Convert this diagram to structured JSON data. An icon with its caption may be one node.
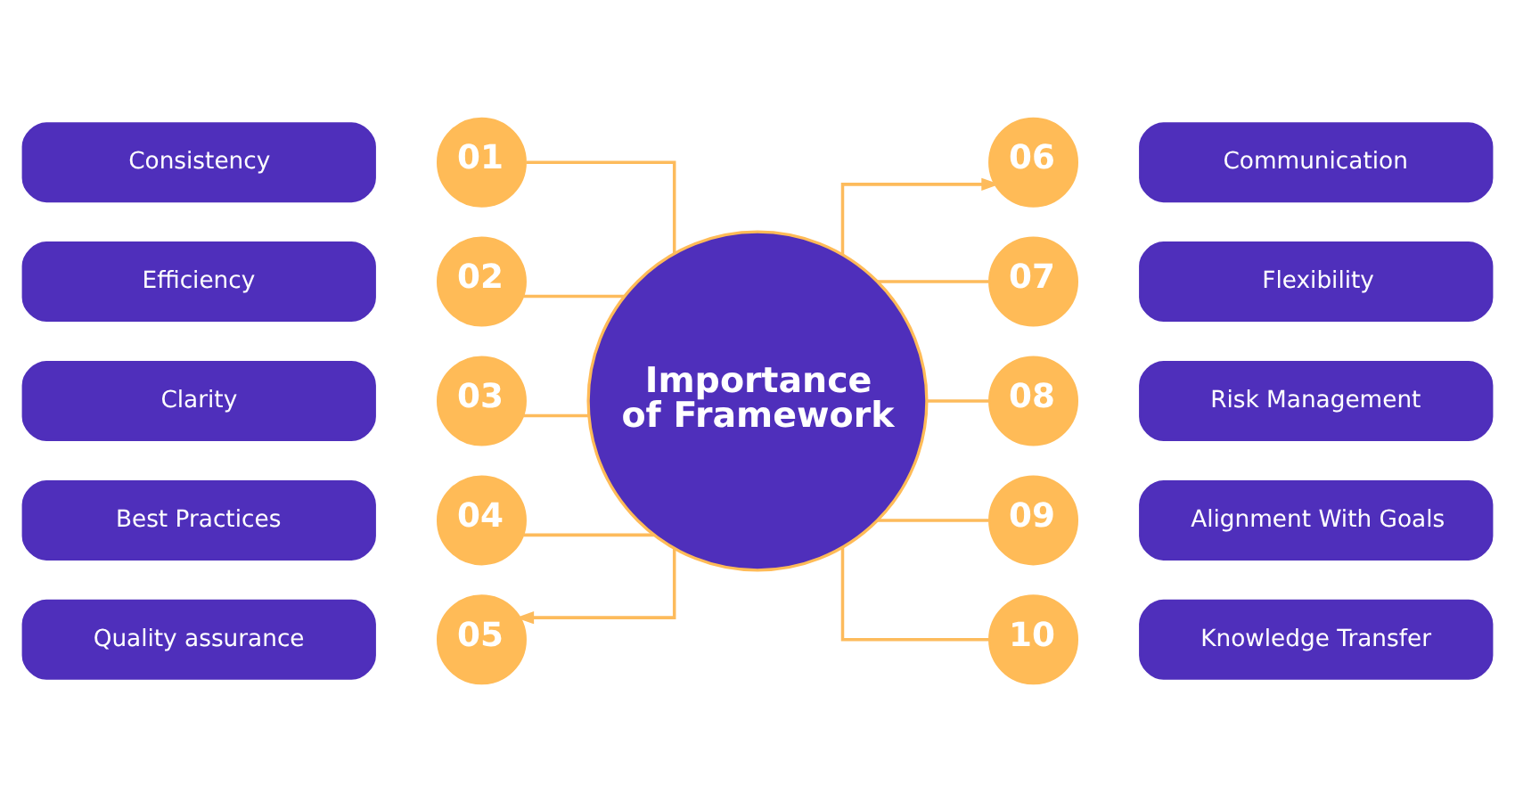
{
  "diagram": {
    "nodes": [
      {
        "text": [
          "Importance of Framework"
        ]
      },
      {
        "text": [
          "Consistency"
        ]
      },
      {
        "text": [
          "01"
        ]
      },
      {
        "text": [
          "06"
        ]
      },
      {
        "text": [
          "Communication"
        ]
      },
      {
        "text": [
          "Efficiency"
        ]
      },
      {
        "text": [
          "02"
        ]
      },
      {
        "text": [
          "07"
        ]
      },
      {
        "text": [
          "Flexibility"
        ]
      },
      {
        "text": [
          "Clarity"
        ]
      },
      {
        "text": [
          "03"
        ]
      },
      {
        "text": [
          "08"
        ]
      },
      {
        "text": [
          "Risk Management"
        ]
      },
      {
        "text": [
          "Best Practices"
        ]
      },
      {
        "text": [
          "04"
        ]
      },
      {
        "text": [
          "09"
        ]
      },
      {
        "text": [
          "Alignment With Goals"
        ]
      },
      {
        "text": [
          "Quality assurance"
        ]
      },
      {
        "text": [
          "05"
        ]
      },
      {
        "text": [
          "10"
        ]
      },
      {
        "text": [
          "Knowledge Transfer"
        ]
      }
    ],
    "edges": [
      {
        "from": 0,
        "to": 2,
        "arrow": "none"
      },
      {
        "from": 0,
        "to": 6,
        "arrow": "none"
      },
      {
        "from": 0,
        "to": 10,
        "arrow": "none"
      },
      {
        "from": 0,
        "to": 14,
        "arrow": "none"
      },
      {
        "from": 0,
        "to": 18,
        "arrow": "to"
      },
      {
        "from": 0,
        "to": 3,
        "arrow": "to"
      },
      {
        "from": 0,
        "to": 7,
        "arrow": "none"
      },
      {
        "from": 0,
        "to": 11,
        "arrow": "none"
      },
      {
        "from": 0,
        "to": 15,
        "arrow": "none"
      },
      {
        "from": 0,
        "to": 19,
        "arrow": "none"
      }
    ]
  }
}
